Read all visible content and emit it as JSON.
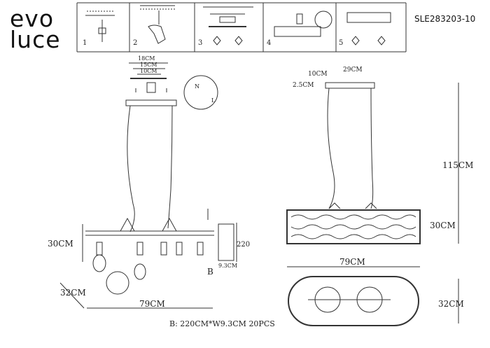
{
  "brand": {
    "line1": "evo",
    "line2": "luce"
  },
  "model_code": "SLE283203-10",
  "steps": [
    "1",
    "2",
    "3",
    "4",
    "5"
  ],
  "left_view": {
    "top_dims": [
      "18CM",
      "15CM",
      "10CM"
    ],
    "height_label": "30CM",
    "depth_label": "32CM",
    "width_label": "79CM",
    "strip_height": "220",
    "strip_width": "9.3CM",
    "strip_mark": "B",
    "spec": "B: 220CM*W9.3CM 20PCS"
  },
  "right_view": {
    "canopy_h": "10CM",
    "canopy_w": "29CM",
    "canopy_d": "2.5CM",
    "cable_len": "115CM",
    "shade_h": "30CM",
    "shade_w": "79CM",
    "base_d": "32CM"
  },
  "wiring": {
    "n": "N",
    "l": "L"
  }
}
